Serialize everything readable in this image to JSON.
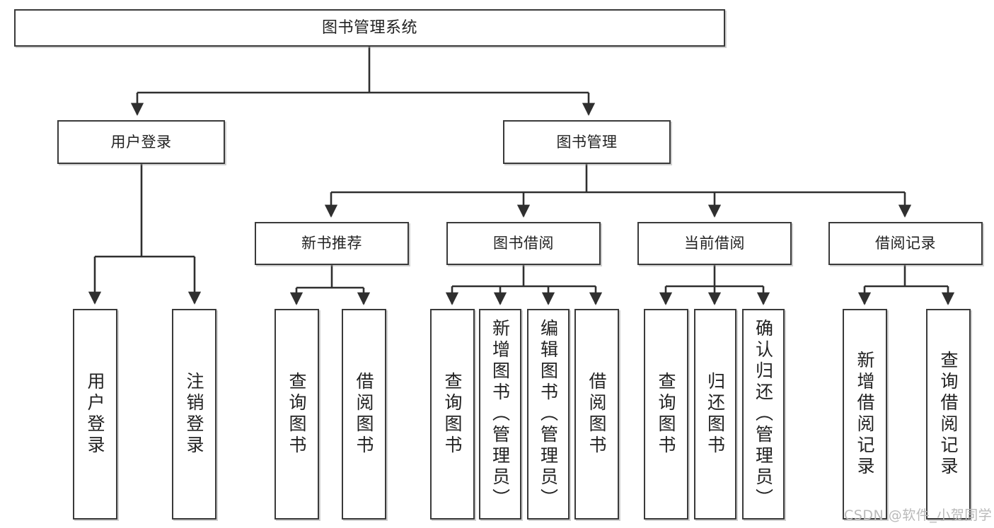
{
  "diagram": {
    "title": "图书管理系统",
    "type": "tree-hierarchy",
    "watermark": "CSDN @软件_小贺同学",
    "colors": {
      "box_border": "#3a3a3a",
      "box_fill": "#ffffff",
      "connector": "#2f2f2f",
      "text": "#222222",
      "watermark": "#b9b9b9"
    },
    "levels": {
      "root_label": "图书管理系统",
      "level2_labels": [
        "用户登录",
        "图书管理"
      ],
      "level3_labels": [
        "新书推荐",
        "图书借阅",
        "当前借阅",
        "借阅记录"
      ]
    },
    "nodes": {
      "root": {
        "label": "图书管理系统"
      },
      "user_login": {
        "label": "用户登录"
      },
      "book_manage": {
        "label": "图书管理"
      },
      "new_book_rec": {
        "label": "新书推荐"
      },
      "book_borrow": {
        "label": "图书借阅"
      },
      "current_borrow": {
        "label": "当前借阅"
      },
      "borrow_record": {
        "label": "借阅记录"
      },
      "leaf_user_login": {
        "label": "用户登录"
      },
      "leaf_logout": {
        "label": "注销登录"
      },
      "leaf_query_book_a": {
        "label": "查询图书"
      },
      "leaf_borrow_book_a": {
        "label": "借阅图书"
      },
      "leaf_query_book_b": {
        "label": "查询图书"
      },
      "leaf_add_book_admin": {
        "label": "新增图书（管理员）"
      },
      "leaf_edit_book_admin": {
        "label": "编辑图书（管理员）"
      },
      "leaf_borrow_book_b": {
        "label": "借阅图书"
      },
      "leaf_query_book_c": {
        "label": "查询图书"
      },
      "leaf_return_book": {
        "label": "归还图书"
      },
      "leaf_confirm_return_admin": {
        "label": "确认归还（管理员）"
      },
      "leaf_add_record": {
        "label": "新增借阅记录"
      },
      "leaf_query_record": {
        "label": "查询借阅记录"
      }
    },
    "edges": [
      {
        "from": "root",
        "to": "user_login"
      },
      {
        "from": "root",
        "to": "book_manage"
      },
      {
        "from": "user_login",
        "to": "leaf_user_login"
      },
      {
        "from": "user_login",
        "to": "leaf_logout"
      },
      {
        "from": "book_manage",
        "to": "new_book_rec"
      },
      {
        "from": "book_manage",
        "to": "book_borrow"
      },
      {
        "from": "book_manage",
        "to": "current_borrow"
      },
      {
        "from": "book_manage",
        "to": "borrow_record"
      },
      {
        "from": "new_book_rec",
        "to": "leaf_query_book_a"
      },
      {
        "from": "new_book_rec",
        "to": "leaf_borrow_book_a"
      },
      {
        "from": "book_borrow",
        "to": "leaf_query_book_b"
      },
      {
        "from": "book_borrow",
        "to": "leaf_add_book_admin"
      },
      {
        "from": "book_borrow",
        "to": "leaf_edit_book_admin"
      },
      {
        "from": "book_borrow",
        "to": "leaf_borrow_book_b"
      },
      {
        "from": "current_borrow",
        "to": "leaf_query_book_c"
      },
      {
        "from": "current_borrow",
        "to": "leaf_return_book"
      },
      {
        "from": "current_borrow",
        "to": "leaf_confirm_return_admin"
      },
      {
        "from": "borrow_record",
        "to": "leaf_add_record"
      },
      {
        "from": "borrow_record",
        "to": "leaf_query_record"
      }
    ]
  }
}
